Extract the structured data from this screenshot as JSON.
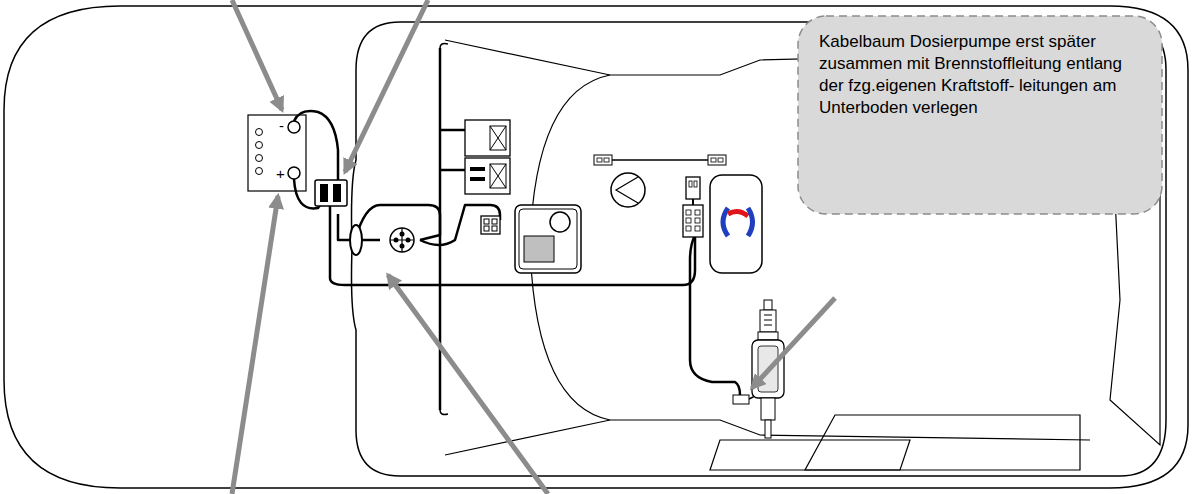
{
  "diagram": {
    "nodes": [
      {
        "text": [
          "Kabelbaum Dosierpumpe erst später zusammen mit Brennstoffleitung entlang der fzg.eigenen Kraftstoff- leitungen am Unterboden verlegen"
        ]
      }
    ],
    "labels": [
      "-",
      "+"
    ]
  }
}
